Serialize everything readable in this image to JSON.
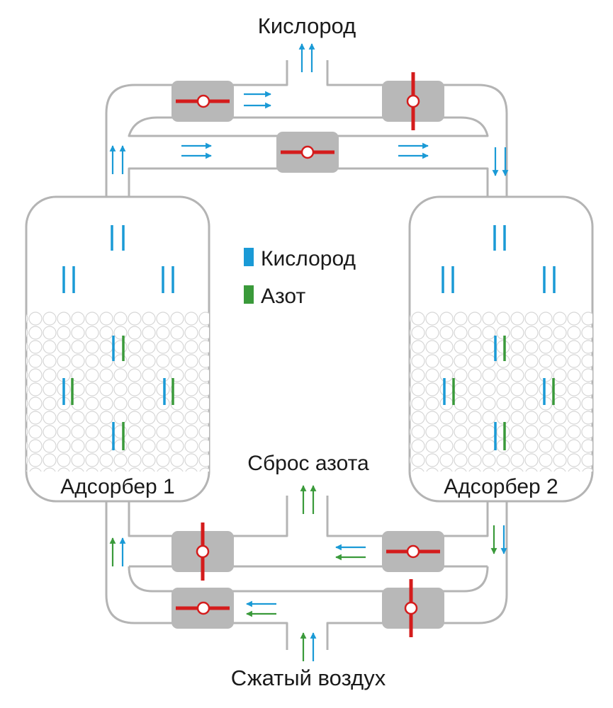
{
  "labels": {
    "oxygen_out": "Кислород",
    "nitrogen_exhaust": "Сброс азота",
    "compressed_air": "Сжатый воздух",
    "adsorber_1": "Адсорбер 1",
    "adsorber_2": "Адсорбер 2"
  },
  "legend": [
    {
      "label": "Кислород",
      "color": "#1a9ad6"
    },
    {
      "label": "Азот",
      "color": "#3a9a3a"
    }
  ],
  "colors": {
    "pipe": "#b4b4b4",
    "valve_body": "#b8b8b8",
    "valve_handle": "#d41c1c",
    "oxygen": "#1a9ad6",
    "nitrogen": "#3a9a3a",
    "bead": "#d6d6d6"
  },
  "valves": [
    {
      "id": "top-left",
      "state": "closed"
    },
    {
      "id": "top-right",
      "state": "open"
    },
    {
      "id": "middle",
      "state": "closed"
    },
    {
      "id": "bottom-upper-left",
      "state": "open"
    },
    {
      "id": "bottom-upper-right",
      "state": "closed"
    },
    {
      "id": "bottom-lower-left",
      "state": "closed"
    },
    {
      "id": "bottom-lower-right",
      "state": "open"
    }
  ]
}
